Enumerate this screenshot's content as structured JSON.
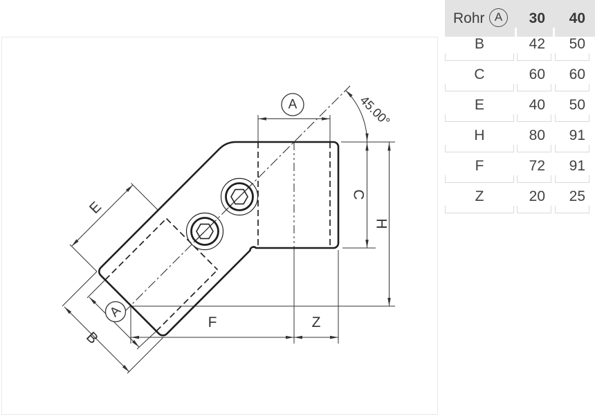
{
  "drawing": {
    "dim_a": "A",
    "dim_b": "B",
    "dim_c": "C",
    "dim_e": "E",
    "dim_f": "F",
    "dim_h": "H",
    "dim_z": "Z",
    "angle": "45.00°"
  },
  "table": {
    "header": {
      "rohr": "Rohr",
      "pipe_symbol": "A",
      "col30": "30",
      "col40": "40"
    },
    "rows": [
      {
        "label": "B",
        "v30": "42",
        "v40": "50"
      },
      {
        "label": "C",
        "v30": "60",
        "v40": "60"
      },
      {
        "label": "E",
        "v30": "40",
        "v40": "50"
      },
      {
        "label": "H",
        "v30": "80",
        "v40": "91"
      },
      {
        "label": "F",
        "v30": "72",
        "v40": "91"
      },
      {
        "label": "Z",
        "v30": "20",
        "v40": "25"
      }
    ]
  },
  "colors": {
    "table_header_bg": "#e3e3e3",
    "table_border": "#d9d9d9",
    "line_color": "#333333",
    "outline_color": "#1f1f1f"
  }
}
